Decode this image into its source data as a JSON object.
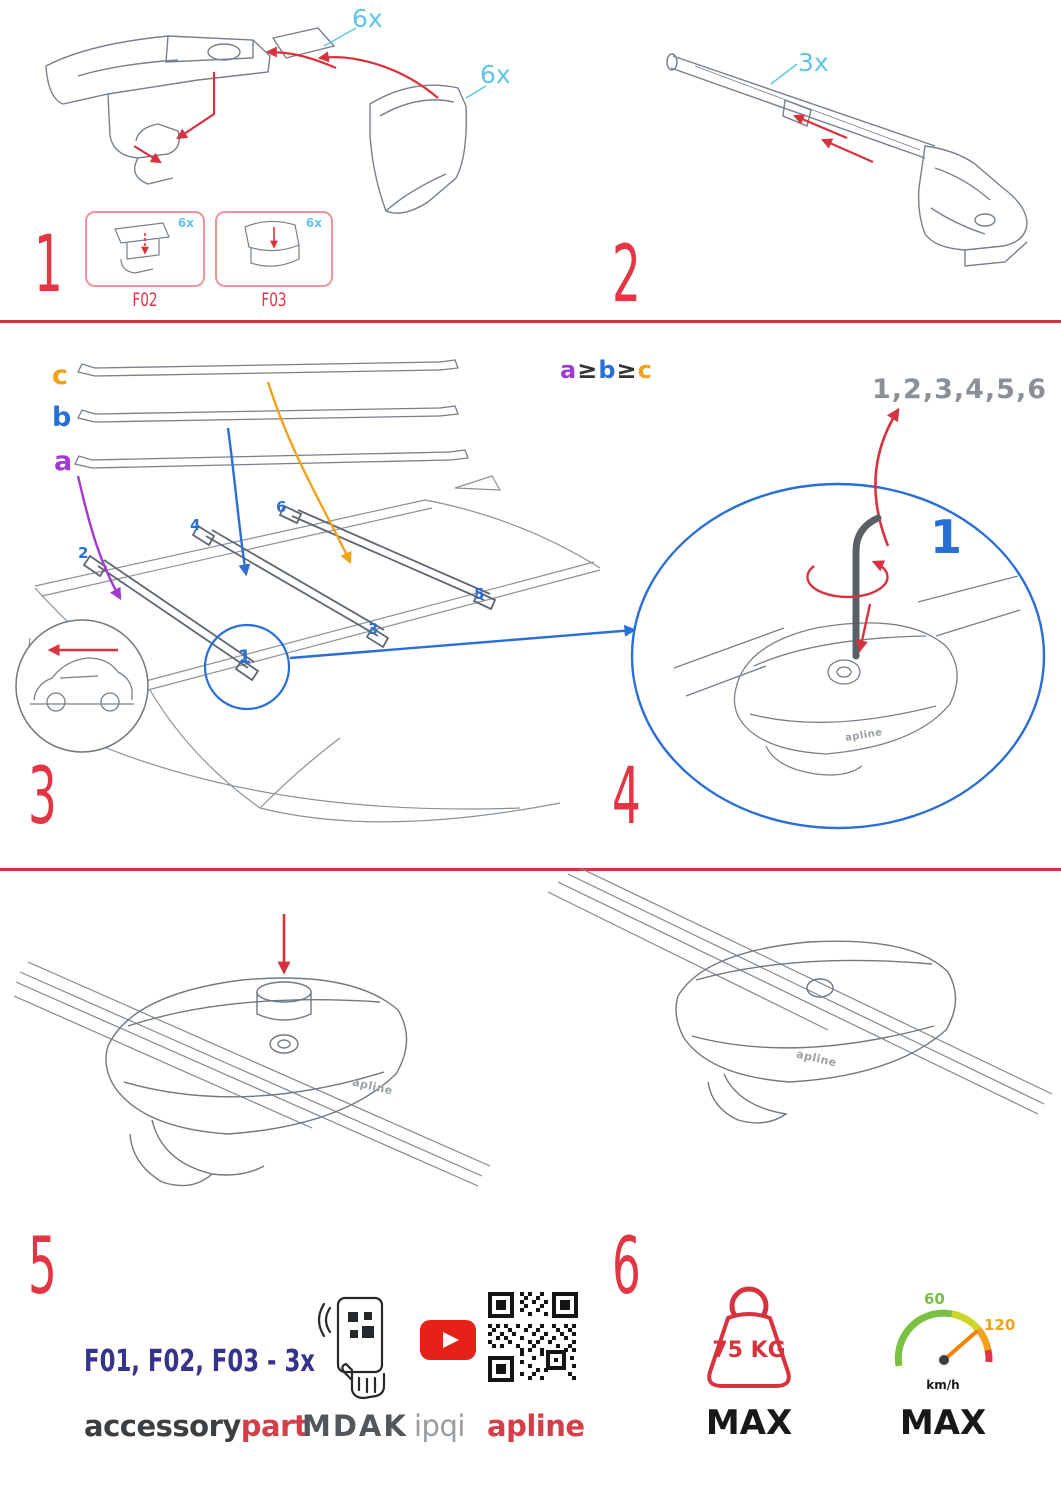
{
  "step1": {
    "number": "1",
    "qty_top": "6x",
    "qty_side": "6x",
    "box1": {
      "qty": "6x",
      "label": "F02"
    },
    "box2": {
      "qty": "6x",
      "label": "F03"
    }
  },
  "step2": {
    "number": "2",
    "qty": "3x"
  },
  "step3": {
    "number": "3",
    "letter_a": "a",
    "letter_b": "b",
    "letter_c": "c",
    "rule_a": "a",
    "rule_ge1": "≥",
    "rule_b": "b",
    "rule_ge2": "≥",
    "rule_c": "c",
    "pos1": "1",
    "pos2": "2",
    "pos3": "3",
    "pos4": "4",
    "pos5": "5",
    "pos6": "6"
  },
  "step4": {
    "number": "4",
    "sequence": "1,2,3,4,5,6",
    "highlight": "1",
    "logo": "apline"
  },
  "step5": {
    "number": "5",
    "logo": "apline"
  },
  "step6": {
    "number": "6",
    "logo": "apline"
  },
  "footer": {
    "parts_line": "F01, F02, F03 - 3x",
    "brand_accessory": "accessory",
    "brand_part": "part",
    "brand_mdak": "MDAK",
    "brand_ipqi": "ipqi",
    "brand_apline": "apline"
  },
  "limits": {
    "weight": "75 KG",
    "weight_max": "MAX",
    "speed_low": "60",
    "speed_high": "120",
    "speed_unit": "km/h",
    "speed_max": "MAX"
  },
  "colors": {
    "red": "#d7333f",
    "cyan": "#5ec5e6",
    "blue": "#2a6fd6",
    "purple": "#a03ad2",
    "orange": "#f0a21a",
    "navy": "#37338a",
    "green": "#7ac143",
    "youtube_red": "#e62117"
  }
}
